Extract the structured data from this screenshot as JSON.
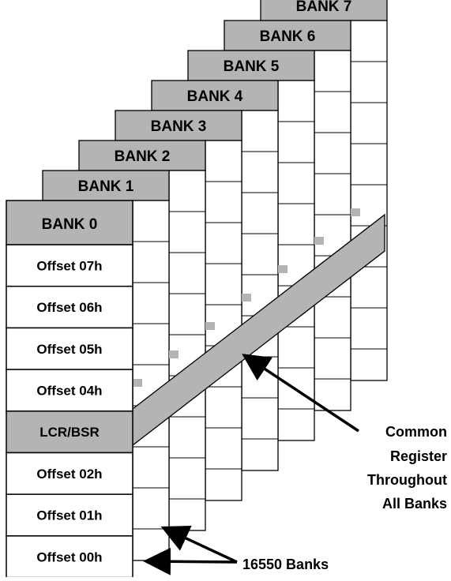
{
  "colors": {
    "header_fill": "#b4b4b4",
    "cell_fill": "#ffffff",
    "stroke": "#000000",
    "band_fill": "#b4b4b4"
  },
  "banks": [
    "BANK 0",
    "BANK 1",
    "BANK 2",
    "BANK 3",
    "BANK 4",
    "BANK 5",
    "BANK 6",
    "BANK 7"
  ],
  "bank0_registers": [
    "Offset 07h",
    "Offset 06h",
    "Offset 05h",
    "Offset 04h",
    "LCR/BSR",
    "Offset 02h",
    "Offset 01h",
    "Offset 00h"
  ],
  "annotations": {
    "common": [
      "Common",
      "Register",
      "Throughout",
      "All Banks"
    ],
    "banks_16550": "16550 Banks"
  }
}
